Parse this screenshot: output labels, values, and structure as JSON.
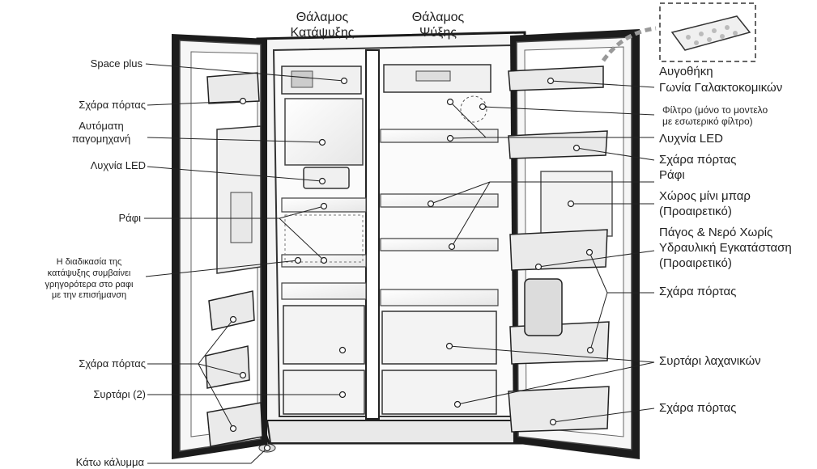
{
  "headers": {
    "freezer": [
      "Θάλαμος",
      "Κατάψυξης"
    ],
    "fridge": [
      "Θάλαμος",
      "Ψύξης"
    ]
  },
  "left_labels": {
    "space_plus": "Space plus",
    "door_bin_1": "Σχάρα πόρτας",
    "ice_maker": [
      "Αυτόματη",
      "παγομηχανή"
    ],
    "led_lamp": "Λυχνία LED",
    "shelf": "Ράφι",
    "fast_freeze_note": [
      "Η διαδικασία της",
      "κατάψυξης συμβαίνει",
      "γρηγορότερα στο ραφι",
      "με την επισήμανση"
    ],
    "door_bin_2": "Σχάρα πόρτας",
    "drawer": "Συρτάρι (2)",
    "bottom_cover": "Κάτω κάλυμμα"
  },
  "right_labels": {
    "egg_tray": "Αυγοθήκη",
    "dairy_corner": "Γωνία Γαλακτοκομικών",
    "filter": [
      "Φίλτρο (μόνο το μοντελο",
      "με εσωτερικό φίλτρο)"
    ],
    "led_lamp": "Λυχνία LED",
    "door_bin_1": "Σχάρα πόρτας",
    "shelf": "Ράφι",
    "mini_bar": [
      "Χώρος μίνι μπαρ",
      "(Προαιρετικό)"
    ],
    "ice_water": [
      "Πάγος & Νερό Χωρίς",
      "Υδραυλική Εγκατάσταση",
      "(Προαιρετικό)"
    ],
    "door_bin_2": "Σχάρα πόρτας",
    "crisper": "Συρτάρι λαχανικών",
    "door_bin_3": "Σχάρα πόρτας"
  }
}
